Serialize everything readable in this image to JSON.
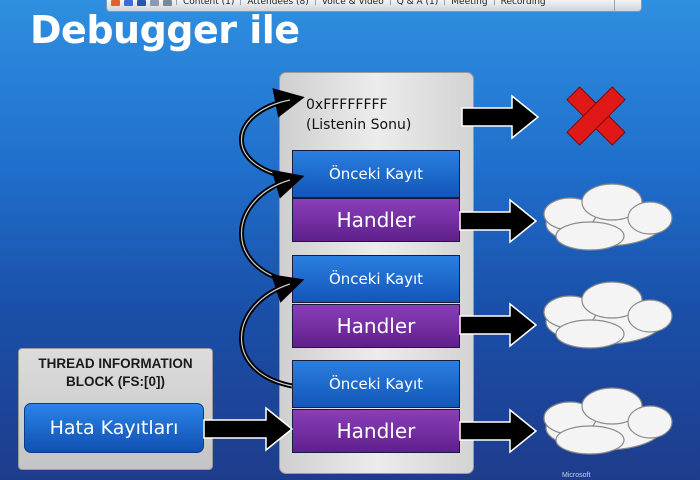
{
  "toolbar": {
    "items": [
      "Content (1)",
      "Attendees (8)",
      "Voice & Video",
      "Q & A (1)",
      "Meeting",
      "Recording"
    ]
  },
  "slide": {
    "title": "Debugger ile",
    "end_marker": {
      "line1": "0xFFFFFFFF",
      "line2": "(Listenin Sonu)"
    },
    "records": [
      {
        "prev_label": "Önceki Kayıt",
        "handler_label": "Handler"
      },
      {
        "prev_label": "Önceki Kayıt",
        "handler_label": "Handler"
      },
      {
        "prev_label": "Önceki Kayıt",
        "handler_label": "Handler"
      }
    ],
    "tib": {
      "title_line1": "THREAD INFORMATION",
      "title_line2": "BLOCK (FS:[0])",
      "button_label": "Hata Kayıtları"
    },
    "footer_mark": "Microsoft"
  },
  "colors": {
    "background_top": "#2f8fe0",
    "background_bottom": "#1e3c8c",
    "record_blue": "#1a6ad0",
    "handler_purple": "#6f2aa0",
    "cross_red": "#e01818",
    "cloud": "#f4f4f4"
  }
}
